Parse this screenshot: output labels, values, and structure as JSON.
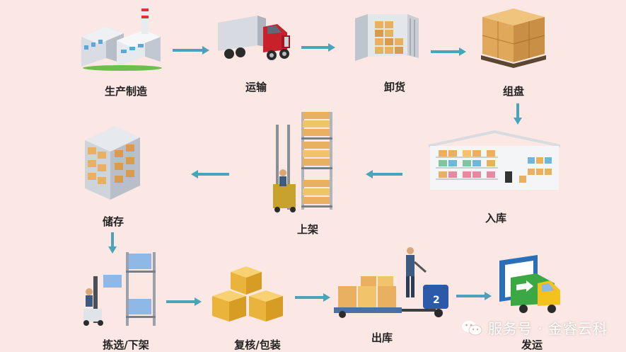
{
  "steps": {
    "manufacturing": "生产制造",
    "transport": "运输",
    "unloading": "卸货",
    "palletizing": "组盘",
    "inbound": "入库",
    "shelving": "上架",
    "storage": "储存",
    "picking": "拣选/下架",
    "checking_packing": "复核/包装",
    "outbound": "出库",
    "shipping": "发运"
  },
  "watermark": {
    "text": "服务号 · 金睿云科",
    "icon": "wechat-icon"
  },
  "colors": {
    "background": "#fbe7e3",
    "arrow": "#4aa3b8",
    "box": "#e9b062",
    "truck_red": "#c8212c",
    "shipping_green": "#3aa843"
  },
  "icons": {
    "manufacturing": "factory-icon",
    "transport": "semi-truck-icon",
    "unloading": "container-unloading-icon",
    "palletizing": "pallet-boxes-icon",
    "inbound": "warehouse-icon",
    "shelving": "forklift-shelf-icon",
    "storage": "storage-rack-icon",
    "picking": "order-picker-icon",
    "checking_packing": "packed-boxes-icon",
    "outbound": "pallet-jack-icon",
    "shipping": "delivery-truck-icon"
  }
}
